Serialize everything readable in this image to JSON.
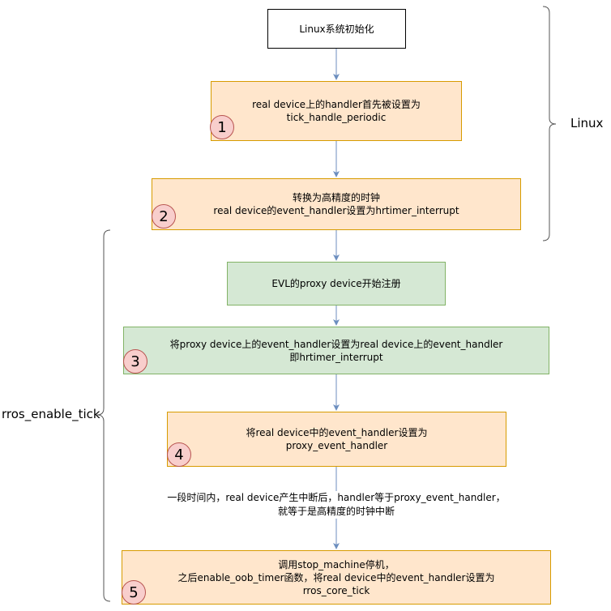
{
  "nodes": {
    "init": {
      "lines": [
        "Linux系统初始化"
      ]
    },
    "step1": {
      "lines": [
        "real device上的handler首先被设置为",
        "tick_handle_periodic"
      ]
    },
    "step2": {
      "lines": [
        "转换为高精度的时钟",
        "real device的event_handler设置为hrtimer_interrupt"
      ]
    },
    "evl_register": {
      "lines": [
        "EVL的proxy device开始注册"
      ]
    },
    "step3": {
      "lines": [
        "将proxy device上的event_handler设置为real device上的event_handler",
        "即hrtimer_interrupt"
      ]
    },
    "step4": {
      "lines": [
        "将real device中的event_handler设置为",
        "proxy_event_handler"
      ]
    },
    "step5": {
      "lines": [
        "调用stop_machine停机，",
        "之后enable_oob_timer函数，将real device中的event_handler设置为",
        "rros_core_tick"
      ]
    }
  },
  "badges": [
    "1",
    "2",
    "3",
    "4",
    "5"
  ],
  "edge_label": {
    "lines": [
      "一段时间内，real device产生中断后，handler等于proxy_event_handler，",
      "就等于是高精度的时钟中断"
    ]
  },
  "groups": {
    "linux": "Linux",
    "rros": "rros_enable_tick"
  },
  "colors": {
    "orange_fill": "#ffe6cc",
    "orange_stroke": "#d79b00",
    "green_fill": "#d5e8d4",
    "green_stroke": "#82b366",
    "badge_fill": "#f8cecc",
    "badge_stroke": "#b85450",
    "arrow": "#6c8ebf"
  }
}
